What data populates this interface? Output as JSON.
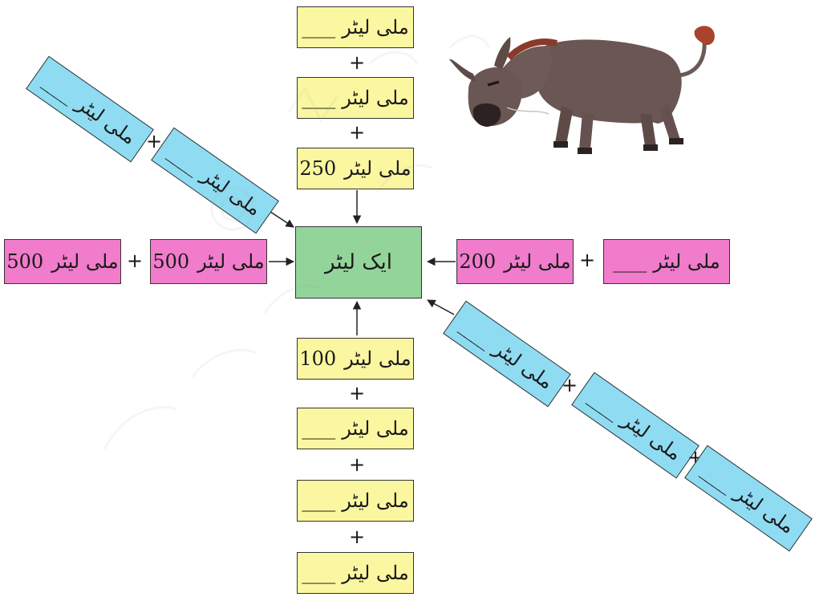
{
  "units": {
    "ml": "ملی لیٹر",
    "center": "ایک لیٹر"
  },
  "blank": "____",
  "top": {
    "box1": "____",
    "box2": "____",
    "box3": "250"
  },
  "left": {
    "box1": "500",
    "box2": "500"
  },
  "right": {
    "box1": "200",
    "box2": "____"
  },
  "bottom": {
    "box1": "100",
    "box2": "____",
    "box3": "____",
    "box4": "____"
  },
  "top_left": {
    "box1": "____",
    "box2": "____"
  },
  "bottom_right": {
    "box1": "____",
    "box2": "____",
    "box3": "____"
  },
  "plus": "+",
  "colors": {
    "yellow": "#fbf7a0",
    "pink": "#f07ccb",
    "blue": "#8fdcf2",
    "green": "#93d49a"
  },
  "illustration": "donkey-drawing"
}
